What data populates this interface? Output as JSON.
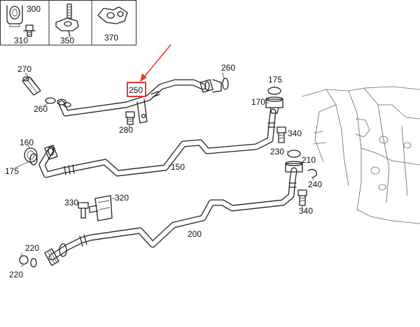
{
  "diagram": {
    "highlight_color": "#e53935",
    "highlighted_part": "250",
    "inset_labels": [
      "300",
      "310",
      "350",
      "370"
    ],
    "callouts": {
      "p270": "270",
      "p260a": "260",
      "p260b": "260",
      "p250": "250",
      "p280": "280",
      "p175a": "175",
      "p170": "170",
      "p340a": "340",
      "p160": "160",
      "p175b": "175",
      "p150": "150",
      "p230": "230",
      "p210": "210",
      "p240": "240",
      "p340b": "340",
      "p330": "330",
      "p320": "320",
      "p200": "200",
      "p220a": "220",
      "p220b": "220"
    }
  }
}
